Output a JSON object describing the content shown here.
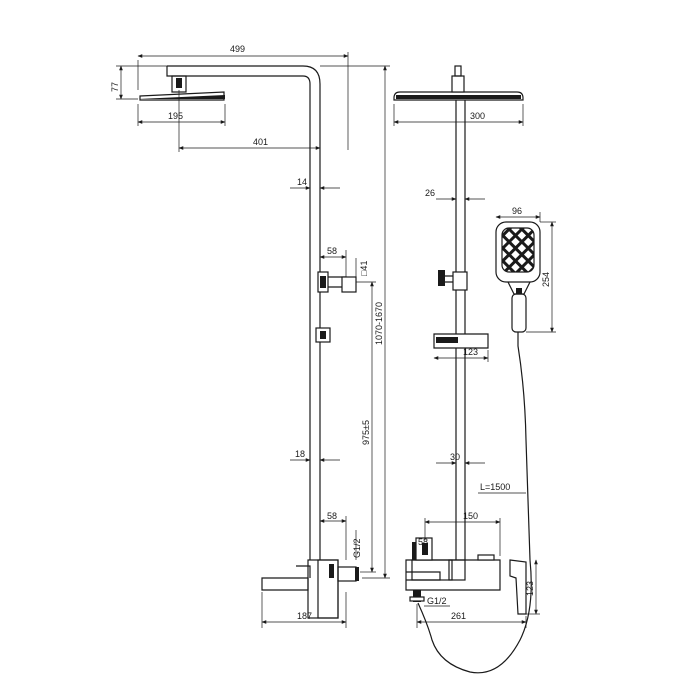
{
  "dimensions": {
    "total_width": "499",
    "head_height": "77",
    "head_offset": "195",
    "arm_reach": "401",
    "pipe_top": "14",
    "holder_width": "58",
    "holder_square": "□41",
    "height_range": "1070-1670",
    "bottom_height": "975±5",
    "pipe_lower": "18",
    "mixer_bracket": "58",
    "inlet_side": "G1/2",
    "base_depth": "187",
    "head_diameter": "300",
    "pipe_front": "26",
    "hand_width": "96",
    "hand_length": "254",
    "soap_tray": "123",
    "pipe_front_lower": "30",
    "hose_length": "L=1500",
    "mixer_span": "150",
    "mixer_knob": "58",
    "mixer_height": "123",
    "inlet_front": "G1/2",
    "mixer_total": "261"
  }
}
